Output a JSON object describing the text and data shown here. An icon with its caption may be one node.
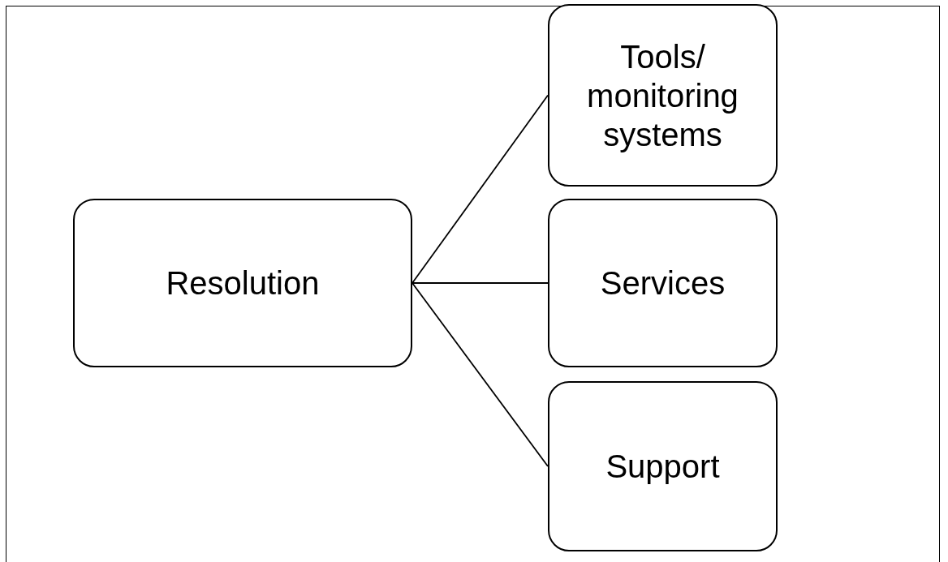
{
  "diagram": {
    "nodes": [
      {
        "text": [
          "Resolution"
        ]
      },
      {
        "text": [
          "Tools/ monitoring systems"
        ]
      },
      {
        "text": [
          "Services"
        ]
      },
      {
        "text": [
          "Support"
        ]
      }
    ],
    "edges": [
      {
        "from": 0,
        "to": 1,
        "arrow": "none"
      },
      {
        "from": 0,
        "to": 2,
        "arrow": "none"
      },
      {
        "from": 0,
        "to": 3,
        "arrow": "none"
      }
    ]
  }
}
